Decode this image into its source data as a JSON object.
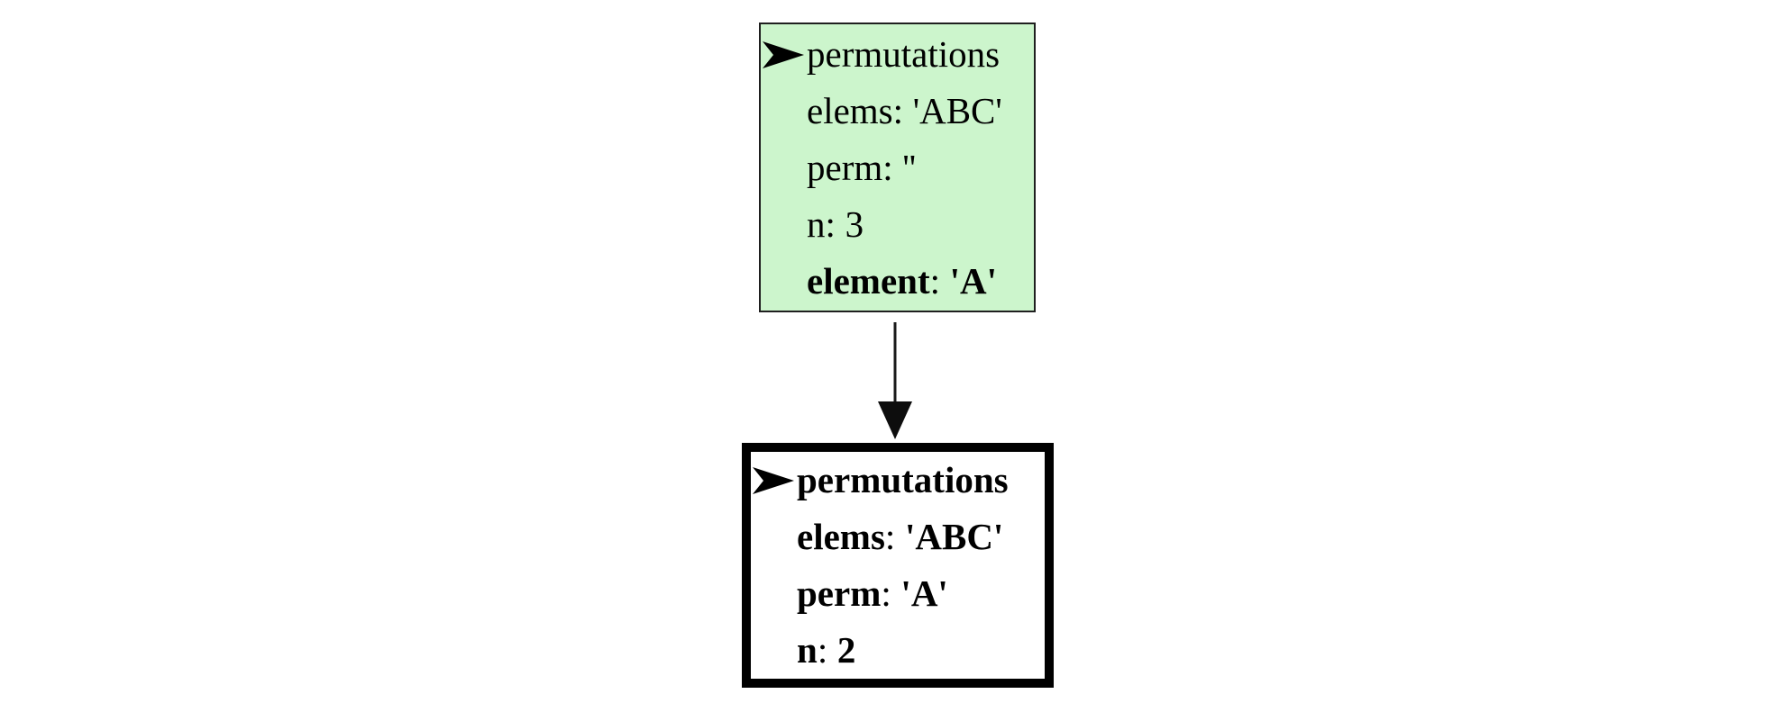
{
  "diagram": {
    "kind": "recursion-call-stack",
    "background_color": "#ffffff"
  },
  "separator": ":",
  "colors": {
    "active_frame_fill": "#ccf5cc",
    "active_frame_border": "#1f1f1f",
    "new_frame_fill": "#ffffff",
    "new_frame_border": "#000000",
    "edge_color": "#1a1a1a"
  },
  "icons": {
    "frame_pointer": "right-arrowhead-icon",
    "edge": "down-arrow-icon"
  },
  "frames": [
    {
      "function": "permutations",
      "border_style": "thin",
      "fill_color": "#ccf5cc",
      "vars": [
        {
          "label": "elems",
          "value": "'ABC'",
          "bold": false
        },
        {
          "label": "perm",
          "value": "''",
          "bold": false
        },
        {
          "label": "n",
          "value": "3",
          "bold": false
        },
        {
          "label": "element",
          "value": "'A'",
          "bold": true
        }
      ]
    },
    {
      "function": "permutations",
      "border_style": "thick",
      "fill_color": "#ffffff",
      "vars": [
        {
          "label": "elems",
          "value": "'ABC'",
          "bold": true
        },
        {
          "label": "perm",
          "value": "'A'",
          "bold": true
        },
        {
          "label": "n",
          "value": "2",
          "bold": true
        }
      ]
    }
  ],
  "edge": {
    "from_frame": 0,
    "to_frame": 1,
    "direction": "down"
  }
}
